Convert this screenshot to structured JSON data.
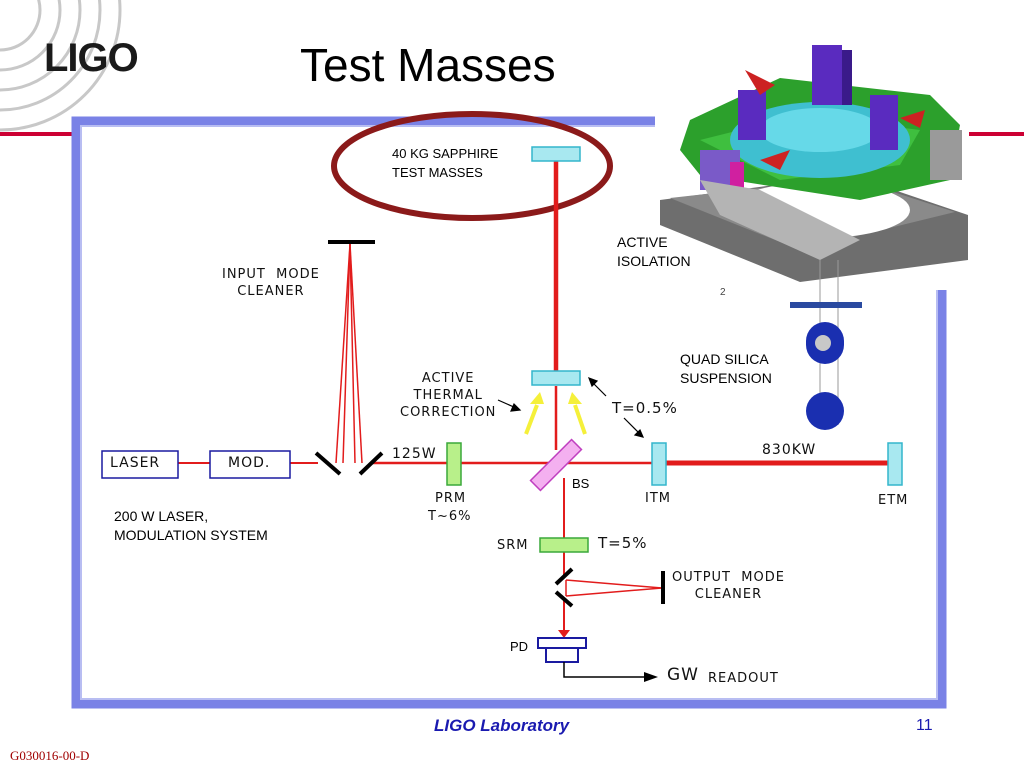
{
  "slide": {
    "title": "Test Masses",
    "logo": "LIGO",
    "footer_lab": "LIGO Laboratory",
    "page_number": "11",
    "doc_id": "G030016-00-D"
  },
  "labels": {
    "test_masses": "40 KG SAPPHIRE\nTEST MASSES",
    "active_isolation": "ACTIVE\nISOLATION",
    "quad_suspension": "QUAD SILICA\nSUSPENSION",
    "laser_system": "200 W LASER,\nMODULATION SYSTEM",
    "input_mode_cleaner": "INPUT  MODE\nCLEANER",
    "active_thermal": "ACTIVE\nTHERMAL\nCORRECTION",
    "transmission_itm": "T=0.5%",
    "power_prm": "125W",
    "power_arm": "830KW",
    "laser_box": "LASER",
    "mod_box": "MOD.",
    "bs": "BS",
    "prm": "PRM",
    "prm_t": "T~6%",
    "itm": "ITM",
    "etm": "ETM",
    "srm": "SRM",
    "srm_t": "T=5%",
    "output_mode_cleaner": "OUTPUT  MODE\nCLEANER",
    "pd": "PD",
    "gw": "GW",
    "readout": "READOUT",
    "partial_char": "2"
  },
  "colors": {
    "beam": "#e21c1c",
    "frame": "#7a82e6",
    "ellipse": "#8b1a1a",
    "mirror_fill": "#a8e8f0",
    "mirror_edge": "#33b5cc",
    "prm_fill": "#b8f08a",
    "prm_edge": "#3aa83a",
    "bs_fill": "#f4b0f0",
    "bs_edge": "#c040c0",
    "arrow_yellow": "#f5f03a",
    "logo_stripe": "#cc0033",
    "footer": "#1a1ab0"
  },
  "icons": [
    "test-mass-mirror-icon",
    "beam-splitter-icon",
    "photodetector-icon",
    "isolation-platform-image",
    "suspension-image"
  ]
}
